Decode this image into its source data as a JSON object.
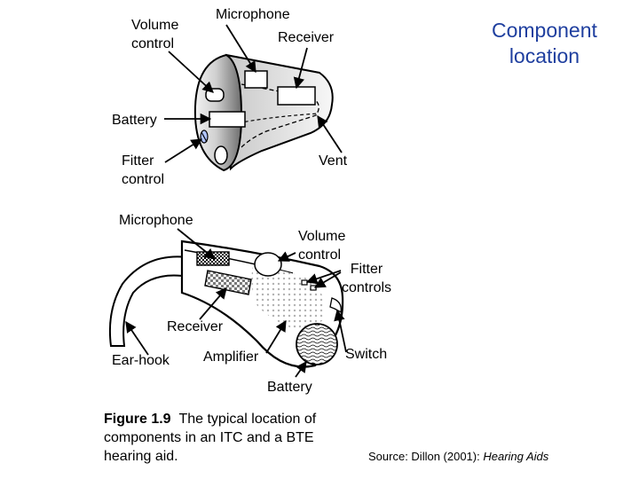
{
  "title": "Component\nlocation",
  "itc_labels": {
    "volume_control": "Volume\ncontrol",
    "microphone": "Microphone",
    "receiver": "Receiver",
    "battery": "Battery",
    "fitter_control": "Fitter\ncontrol",
    "vent": "Vent"
  },
  "bte_labels": {
    "microphone": "Microphone",
    "volume_control": "Volume\ncontrol",
    "fitter_controls": "Fitter\ncontrols",
    "receiver": "Receiver",
    "ear_hook": "Ear-hook",
    "amplifier": "Amplifier",
    "switch": "Switch",
    "battery": "Battery"
  },
  "caption": {
    "figure": "Figure 1.9",
    "text": "The typical location of components in an ITC and a BTE hearing aid."
  },
  "source": {
    "prefix": "Source:  Dillon (2001): ",
    "title": "Hearing Aids"
  },
  "colors": {
    "title": "#1f3f9f",
    "ink": "#000000",
    "shell_light": "#ebebeb",
    "shell_dark": "#7a7a7a"
  }
}
